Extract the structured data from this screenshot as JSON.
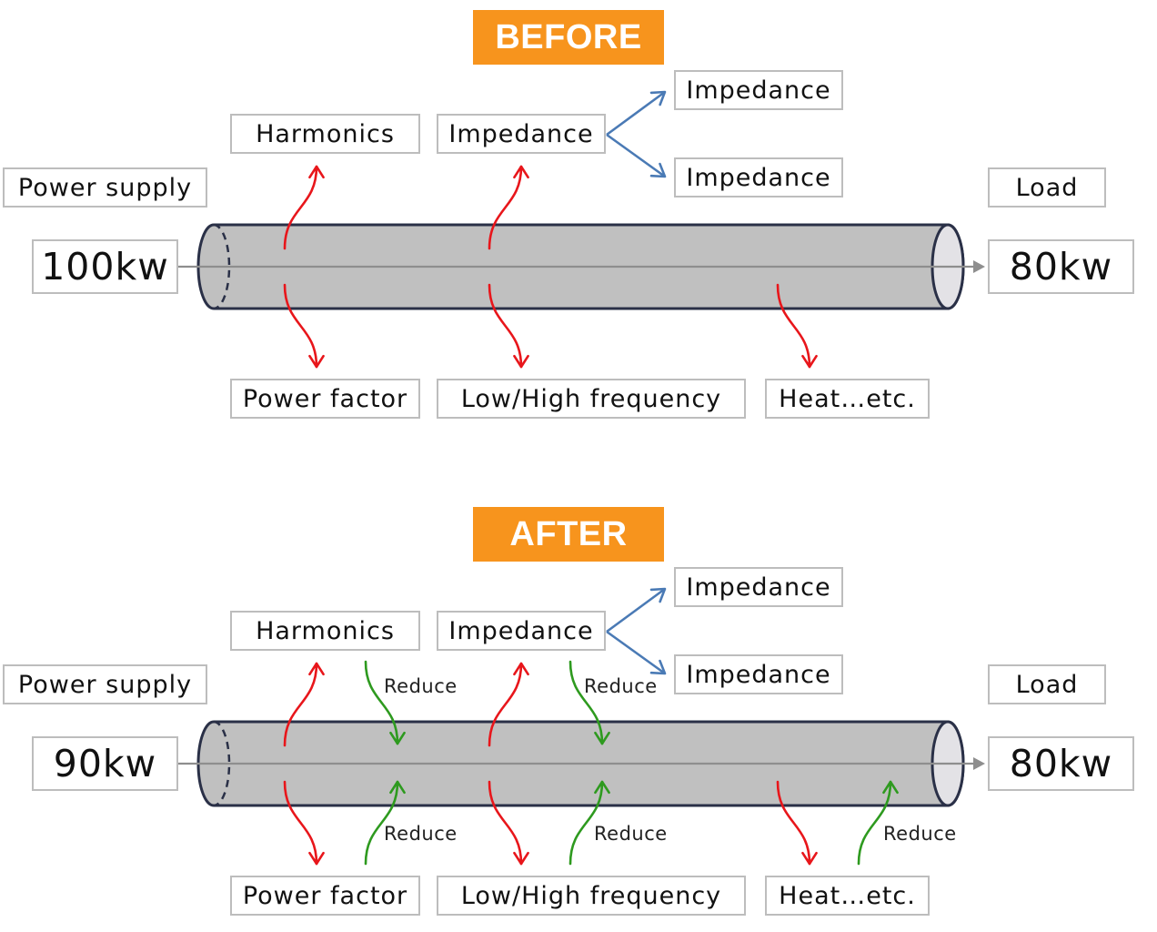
{
  "before": {
    "header": "BEFORE",
    "power_supply_label": "Power supply",
    "input_value": "100kw",
    "load_label": "Load",
    "output_value": "80kw",
    "losses_top": [
      "Harmonics",
      "Impedance"
    ],
    "impedance_split": [
      "Impedance",
      "Impedance"
    ],
    "losses_bottom": [
      "Power factor",
      "Low/High frequency",
      "Heat…etc."
    ]
  },
  "after": {
    "header": "AFTER",
    "power_supply_label": "Power supply",
    "input_value": "90kw",
    "load_label": "Load",
    "output_value": "80kw",
    "losses_top": [
      "Harmonics",
      "Impedance"
    ],
    "impedance_split": [
      "Impedance",
      "Impedance"
    ],
    "losses_bottom": [
      "Power factor",
      "Low/High frequency",
      "Heat…etc."
    ],
    "reduce_label": "Reduce"
  },
  "colors": {
    "header_bg": "#f7941d",
    "loss_arrow": "#e8161b",
    "reduce_arrow": "#2e9a1f",
    "split_arrow": "#4a7ab5",
    "cable_fill": "#c0c0c0",
    "cable_outline": "#2a3047"
  }
}
